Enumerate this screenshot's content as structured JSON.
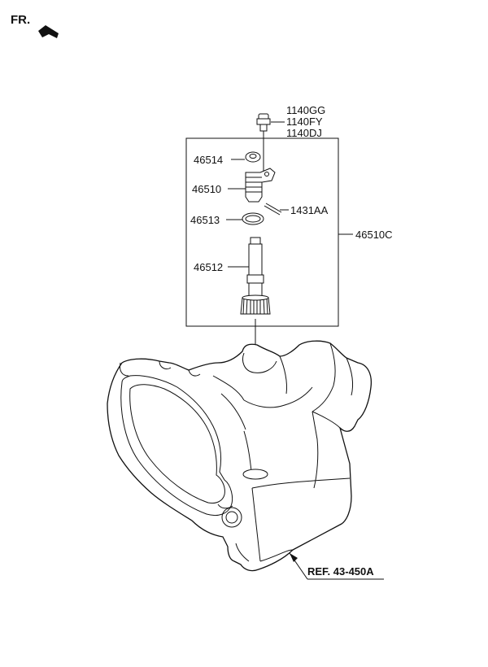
{
  "direction_label": "FR.",
  "parts": {
    "bolt_codes": [
      "1140GG",
      "1140FY",
      "1140DJ"
    ],
    "p46514": "46514",
    "p46510": "46510",
    "p46513": "46513",
    "p46512": "46512",
    "p1431AA": "1431AA",
    "assembly": "46510C"
  },
  "reference": "REF. 43-450A"
}
